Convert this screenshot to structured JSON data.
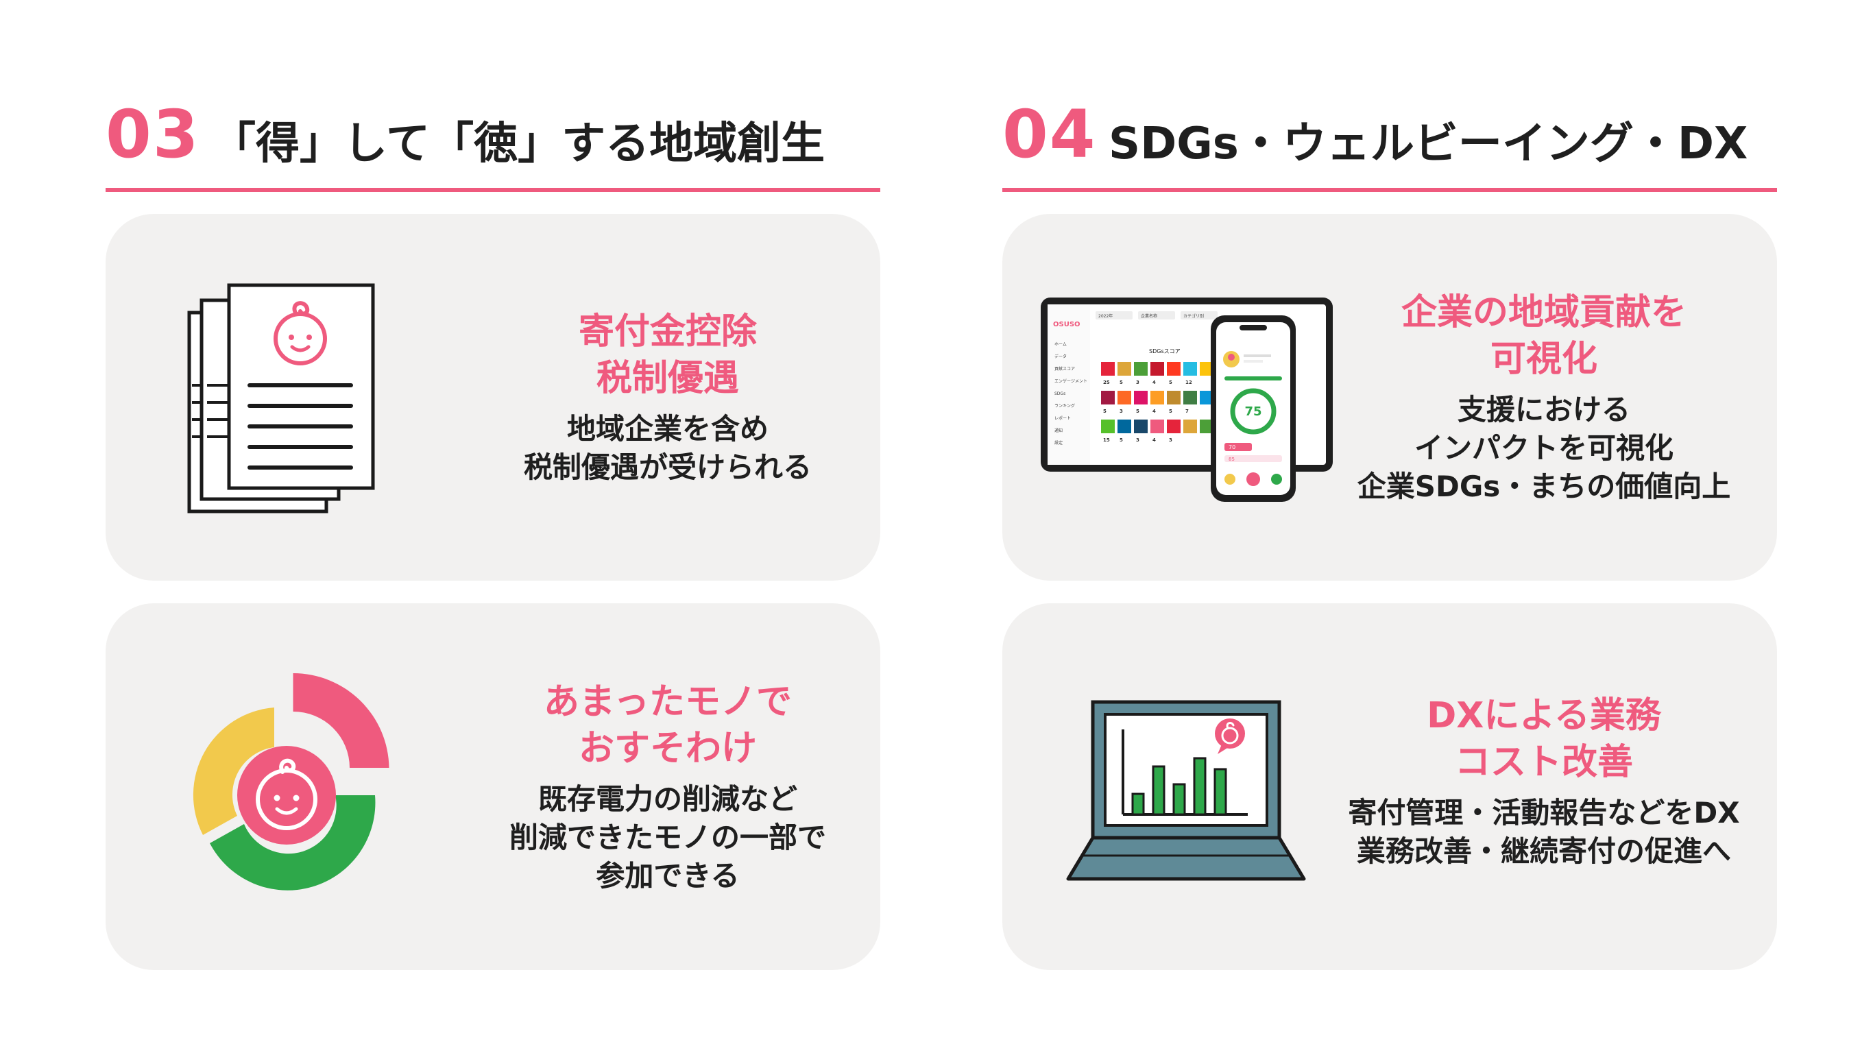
{
  "sections": [
    {
      "number": "03",
      "title": "「得」して「徳」する地域創生"
    },
    {
      "number": "04",
      "title": "SDGs・ウェルビーイング・DX"
    }
  ],
  "cards": [
    {
      "title_lines": [
        "寄付金控除",
        "税制優遇"
      ],
      "desc_lines": [
        "地域企業を含め",
        "税制優遇が受けられる"
      ],
      "icon": "tax-document-icon"
    },
    {
      "title_lines": [
        "あまったモノで",
        "おすそわけ"
      ],
      "desc_lines": [
        "既存電力の削減など",
        "削減できたモノの一部で",
        "参加できる"
      ],
      "icon": "donut-chart-icon"
    },
    {
      "title_lines": [
        "企業の地域貢献を",
        "可視化"
      ],
      "desc_lines": [
        "支援における",
        "インパクトを可視化",
        "企業SDGs・まちの価値向上"
      ],
      "icon": "dashboard-devices-icon",
      "device": {
        "score_label": "SDGsスコア",
        "score": "75",
        "brand": "OSUSO",
        "filters": [
          "2022年",
          "企業名称",
          "カテゴリ別"
        ],
        "tile_values": [
          "25",
          "5",
          "3",
          "4",
          "5",
          "12",
          "5",
          "3",
          "5",
          "4",
          "5",
          "7",
          "15",
          "5",
          "3",
          "4",
          "3"
        ],
        "sidebar_items": [
          "ホーム",
          "データ",
          "貢献スコア",
          "エンゲージメント",
          "SDGs",
          "ランキング",
          "レポート",
          "通知",
          "設定"
        ],
        "phone_items": [
          "70",
          "85"
        ]
      }
    },
    {
      "title_lines": [
        "DXによる業務",
        "コスト改善"
      ],
      "desc_lines": [
        "寄付管理・活動報告などをDX",
        "業務改善・継続寄付の促進へ"
      ],
      "icon": "laptop-chart-icon"
    }
  ],
  "colors": {
    "accent": "#ef5a7e",
    "card_bg": "#f2f1f0",
    "yellow": "#f2c94c",
    "green": "#2ea84a",
    "laptop": "#5f8a97"
  }
}
